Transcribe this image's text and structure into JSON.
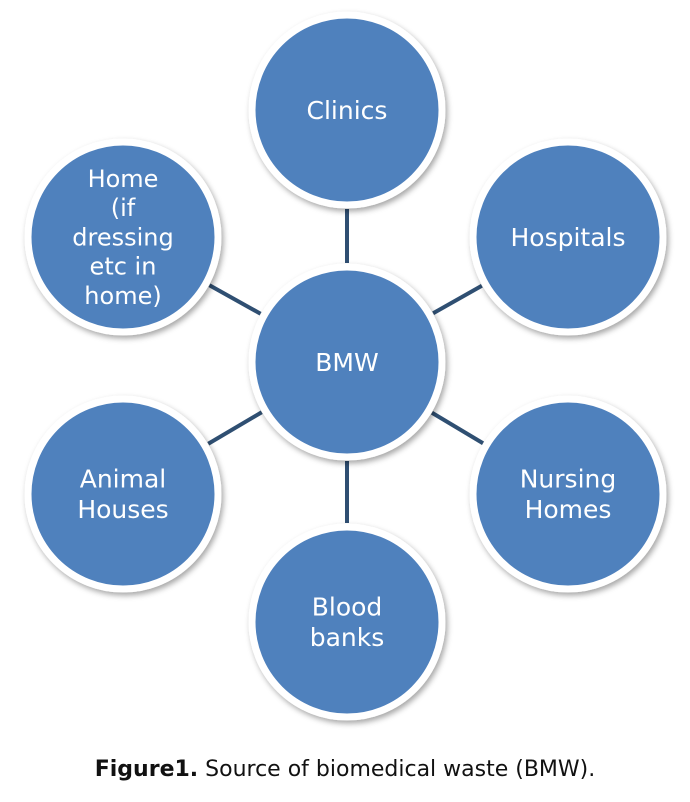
{
  "diagram": {
    "center": {
      "label": "BMW"
    },
    "nodes": [
      {
        "id": "clinics",
        "lines": [
          "Clinics"
        ]
      },
      {
        "id": "hospitals",
        "lines": [
          "Hospitals"
        ]
      },
      {
        "id": "nursing-homes",
        "lines": [
          "Nursing",
          "Homes"
        ]
      },
      {
        "id": "blood-banks",
        "lines": [
          "Blood",
          "banks"
        ]
      },
      {
        "id": "animal-houses",
        "lines": [
          "Animal",
          "Houses"
        ]
      },
      {
        "id": "home",
        "lines": [
          "Home",
          "(if",
          "dressing",
          "etc in",
          "home)"
        ]
      }
    ],
    "colors": {
      "fill": "#4f81bd",
      "stroke": "#ffffff",
      "connector": "#2f4f72"
    }
  },
  "caption": {
    "prefix": "Figure1.",
    "text": " Source of biomedical waste (BMW)."
  }
}
